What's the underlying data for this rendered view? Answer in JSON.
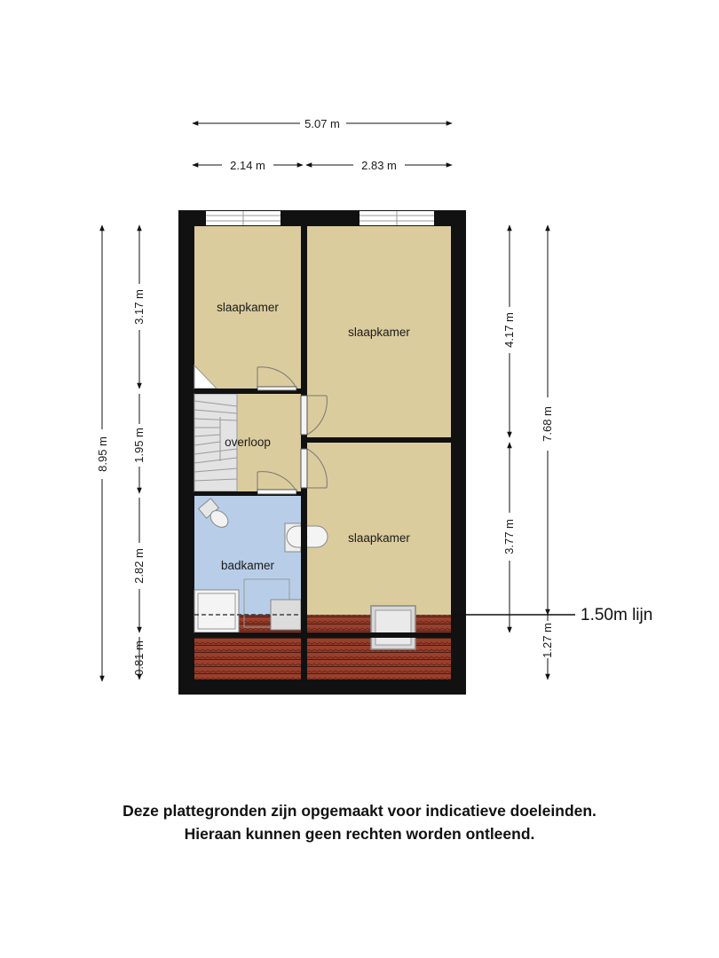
{
  "plan": {
    "rooms": {
      "bedroom_top_left": "slaapkamer",
      "bedroom_top_right": "slaapkamer",
      "landing": "overloop",
      "bedroom_bottom_right": "slaapkamer",
      "bathroom": "badkamer"
    },
    "dimensions": {
      "total_width": "5.07 m",
      "left_width": "2.14 m",
      "right_width": "2.83 m",
      "total_depth": "8.95 m",
      "left_top": "3.17 m",
      "left_mid": "1.95 m",
      "left_bath": "2.82 m",
      "left_bottom": "0.81 m",
      "right_top": "4.17 m",
      "right_mid": "3.77 m",
      "right_inner": "7.68 m",
      "right_bottom": "1.27 m"
    },
    "height_line_label": "1.50m lijn",
    "colors": {
      "bedroom": "#dbcc9e",
      "bathroom": "#b8cee8",
      "wall": "#111111",
      "roof_tile": "#9a3f2c"
    }
  },
  "disclaimer": {
    "line1": "Deze plattegronden zijn opgemaakt voor indicatieve doeleinden.",
    "line2": "Hieraan kunnen geen rechten worden ontleend."
  }
}
